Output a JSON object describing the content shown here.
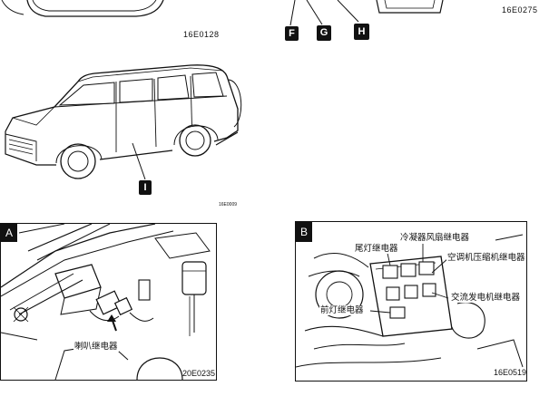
{
  "top_left_figure": {
    "code": "16E0128"
  },
  "top_right_figure": {
    "code": "16E0275",
    "badges": [
      "F",
      "G",
      "H"
    ]
  },
  "vehicle_figure": {
    "badge": "I",
    "code": "16E0009"
  },
  "panel_a": {
    "tag": "A",
    "label_horn_relay": "喇叭继电器",
    "code": "20E0235"
  },
  "panel_b": {
    "tag": "B",
    "label_condenser_fan_relay": "冷凝器风扇继电器",
    "label_tail_light_relay": "尾灯继电器",
    "label_ac_compressor_relay": "空调机压缩机继电器",
    "label_alternator_relay": "交流发电机继电器",
    "label_headlight_relay": "前灯继电器",
    "code": "16E0519"
  }
}
